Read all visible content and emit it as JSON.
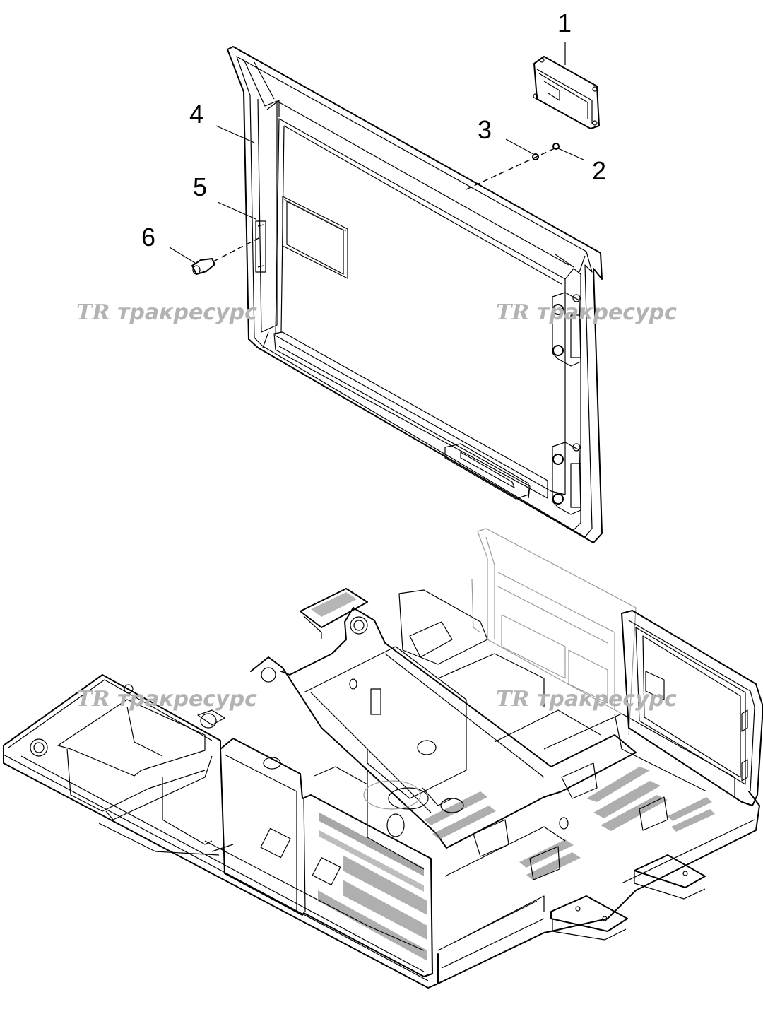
{
  "callouts": [
    {
      "id": "1",
      "label": "1"
    },
    {
      "id": "2",
      "label": "2"
    },
    {
      "id": "3",
      "label": "3"
    },
    {
      "id": "4",
      "label": "4"
    },
    {
      "id": "5",
      "label": "5"
    },
    {
      "id": "6",
      "label": "6"
    }
  ],
  "watermark": {
    "logo": "TR",
    "text": "тракресурс"
  },
  "colors": {
    "line": "#000000",
    "watermark": "#b3b3b3",
    "ghost": "#9a9a9a"
  }
}
